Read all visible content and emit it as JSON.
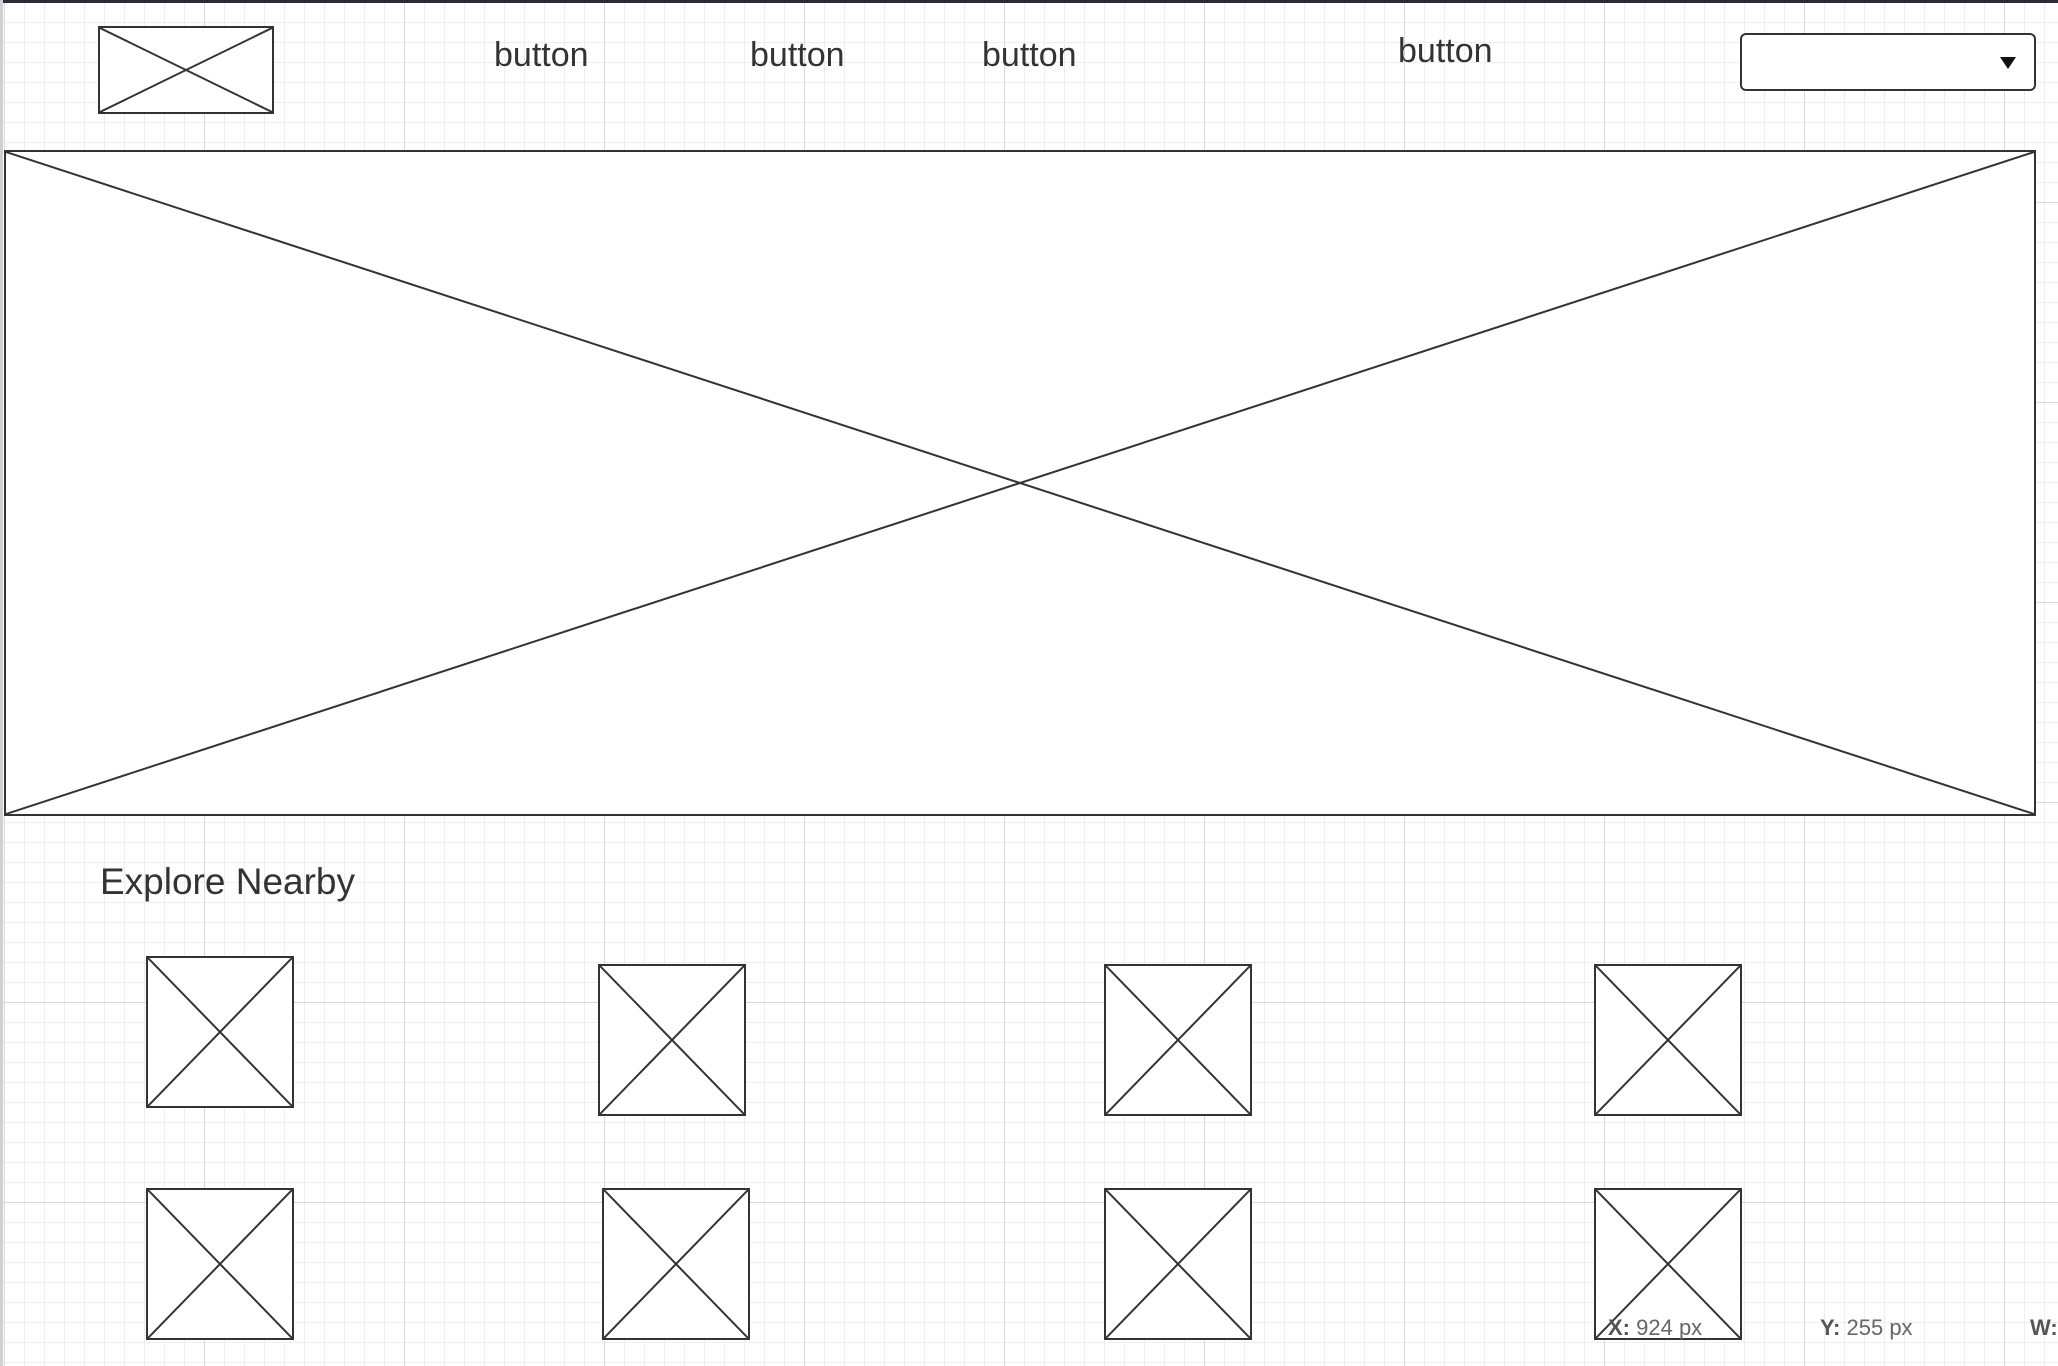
{
  "header": {
    "logo_icon": "image-placeholder-icon",
    "nav_buttons": [
      {
        "label": "button"
      },
      {
        "label": "button"
      },
      {
        "label": "button"
      },
      {
        "label": "button"
      }
    ],
    "dropdown": {
      "value": "",
      "icon": "caret-down-icon"
    }
  },
  "hero": {
    "icon": "image-placeholder-icon"
  },
  "explore": {
    "title": "Explore Nearby",
    "tile_icon": "image-placeholder-icon"
  },
  "status": {
    "x_label": "X:",
    "x_value": "924 px",
    "y_label": "Y:",
    "y_value": "255 px",
    "w_label": "W:"
  }
}
